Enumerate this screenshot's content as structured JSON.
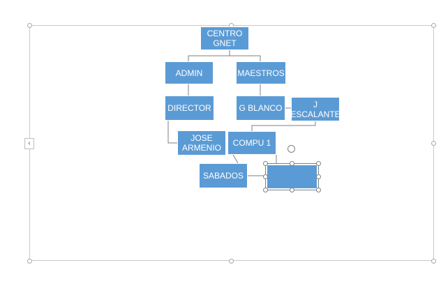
{
  "nodes": [
    {
      "id": "centro",
      "label": "CENTRO\nGNET"
    },
    {
      "id": "admin",
      "label": "ADMIN"
    },
    {
      "id": "maestros",
      "label": "MAESTROS"
    },
    {
      "id": "director",
      "label": "DIRECTOR"
    },
    {
      "id": "gblanco",
      "label": "G BLANCO"
    },
    {
      "id": "jescalante",
      "label": "J\nESCALANTE"
    },
    {
      "id": "josearmenio",
      "label": "JOSE\nARMENIO"
    },
    {
      "id": "compu1",
      "label": "COMPU 1"
    },
    {
      "id": "sabados",
      "label": "SABADOS"
    },
    {
      "id": "new",
      "label": ""
    }
  ],
  "colors": {
    "node_fill": "#5b9bd5",
    "connector": "#7f7f7f",
    "frame": "#c9c9c9"
  },
  "icons": {
    "collapse": "chevron-left-icon",
    "rotate": "rotate-handle-icon"
  }
}
